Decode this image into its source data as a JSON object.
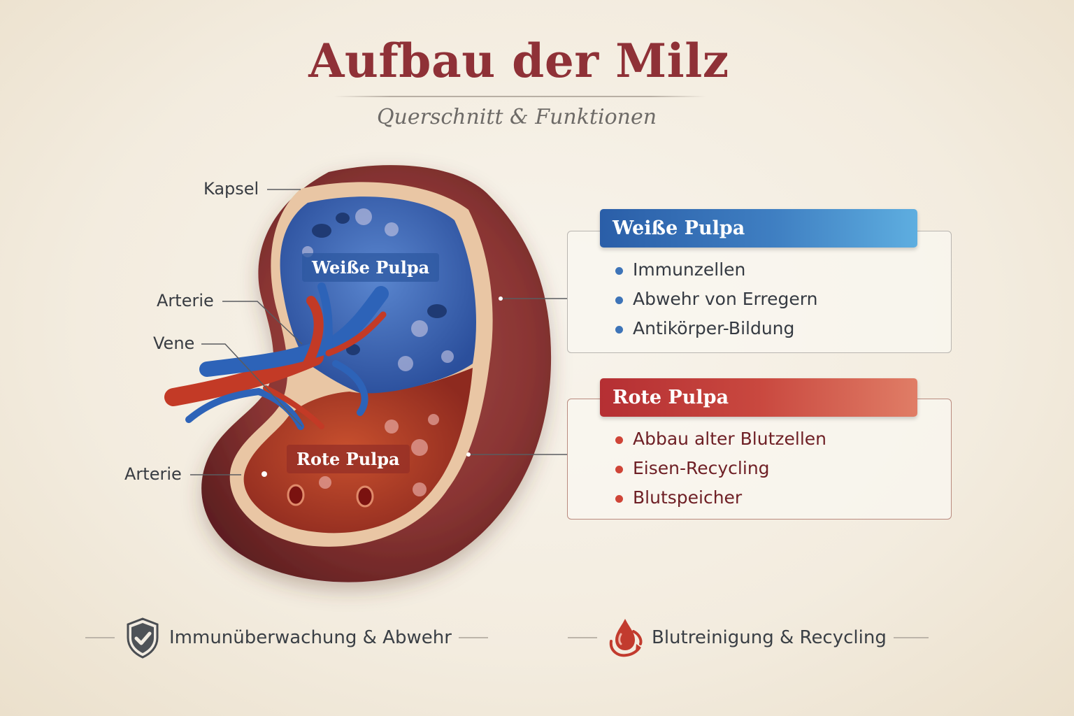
{
  "header": {
    "title": "Aufbau der Milz",
    "subtitle": "Querschnitt & Funktionen"
  },
  "diagram": {
    "callouts": [
      {
        "label": "Kapsel"
      },
      {
        "label": "Arterie"
      },
      {
        "label": "Vene"
      },
      {
        "label": "Arterie"
      }
    ],
    "regions": {
      "white_pulpa": "Weiße Pulpa",
      "red_pulpa": "Rote Pulpa"
    }
  },
  "panels": {
    "white": {
      "title": "Weiße Pulpa",
      "color": "#2a5ea8",
      "items": [
        "Immunzellen",
        "Abwehr von Erregern",
        "Antikörper-Bildung"
      ]
    },
    "red": {
      "title": "Rote Pulpa",
      "color": "#b52f33",
      "items": [
        "Abbau alter Blutzellen",
        "Eisen-Recycling",
        "Blutspeicher"
      ]
    }
  },
  "footer": {
    "left": {
      "icon": "shield-check-icon",
      "text": "Immunüberwachung & Abwehr"
    },
    "right": {
      "icon": "blood-drop-recycle-icon",
      "text": "Blutreinigung & Recycling"
    }
  }
}
